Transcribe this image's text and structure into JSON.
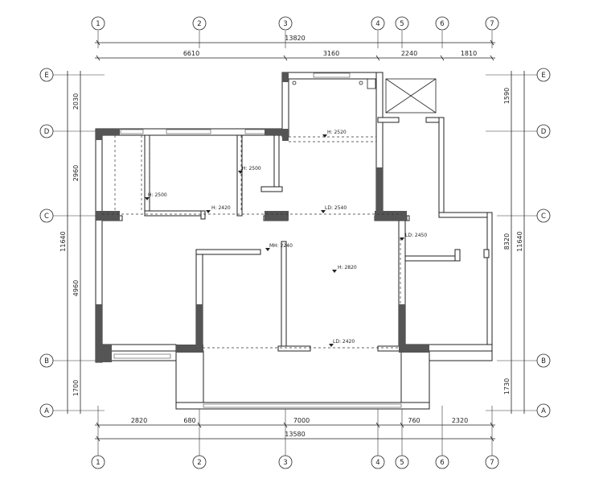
{
  "grid_columns": [
    "1",
    "2",
    "3",
    "4",
    "5",
    "6",
    "7"
  ],
  "grid_rows": [
    "E",
    "D",
    "C",
    "B",
    "A"
  ],
  "top_dims": {
    "total": "13820",
    "segments": [
      "6610",
      "3160",
      "2240",
      "1810"
    ]
  },
  "bottom_dims": {
    "total": "13580",
    "segments": [
      "2820",
      "680",
      "7000",
      "760",
      "2320"
    ]
  },
  "left_dims": {
    "total": "11640",
    "segments": [
      "2030",
      "2960",
      "4960",
      "1700"
    ]
  },
  "right_dims": {
    "total": "11640",
    "segments": [
      "1590",
      "8320",
      "1730"
    ]
  },
  "annotations": {
    "h2520": "H: 2520",
    "h2500a": "H: 2500",
    "h2500b": "H: 2500",
    "h2420": "H: 2420",
    "ld2540": "LD: 2540",
    "ld2450": "LD: 2450",
    "mh2240": "MH: 2240",
    "h2820": "H: 2820",
    "ld2420": "LD: 2420"
  }
}
